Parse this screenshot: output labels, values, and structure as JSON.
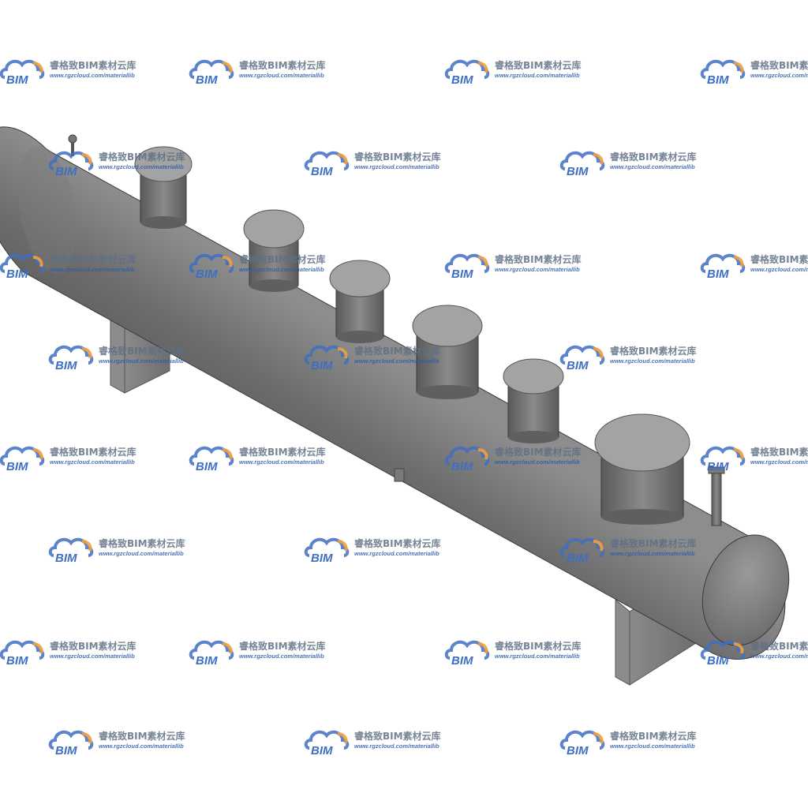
{
  "watermark": {
    "logo_text": "BIM",
    "title": "睿格致BIM素材云库",
    "url": "www.rgzcloud.com/materiallib",
    "logo_color": "#3f6fc2",
    "accent_color": "#f0a040"
  },
  "model": {
    "body_color": "#6e6e6e",
    "top_color": "#9b9b9b",
    "nozzle_count": 6,
    "support_count": 2
  }
}
